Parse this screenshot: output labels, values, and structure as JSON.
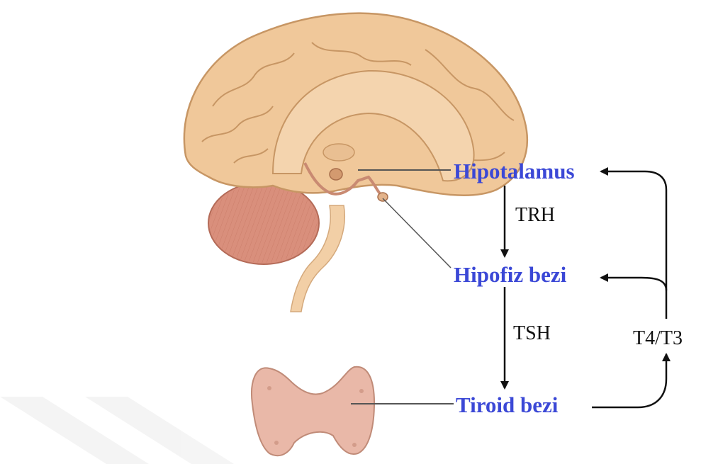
{
  "diagram": {
    "organs": {
      "hypothalamus": "Hipotalamus",
      "pituitary": "Hipofiz bezi",
      "thyroid": "Tiroid bezi"
    },
    "hormones": {
      "trh": "TRH",
      "tsh": "TSH",
      "feedback": "T4/T3"
    }
  },
  "colors": {
    "organ_label": "#3b48d6",
    "arrow": "#111111",
    "brain": "#f0c89a",
    "cerebellum": "#d98f7c",
    "thyroid": "#e9b8a8"
  }
}
